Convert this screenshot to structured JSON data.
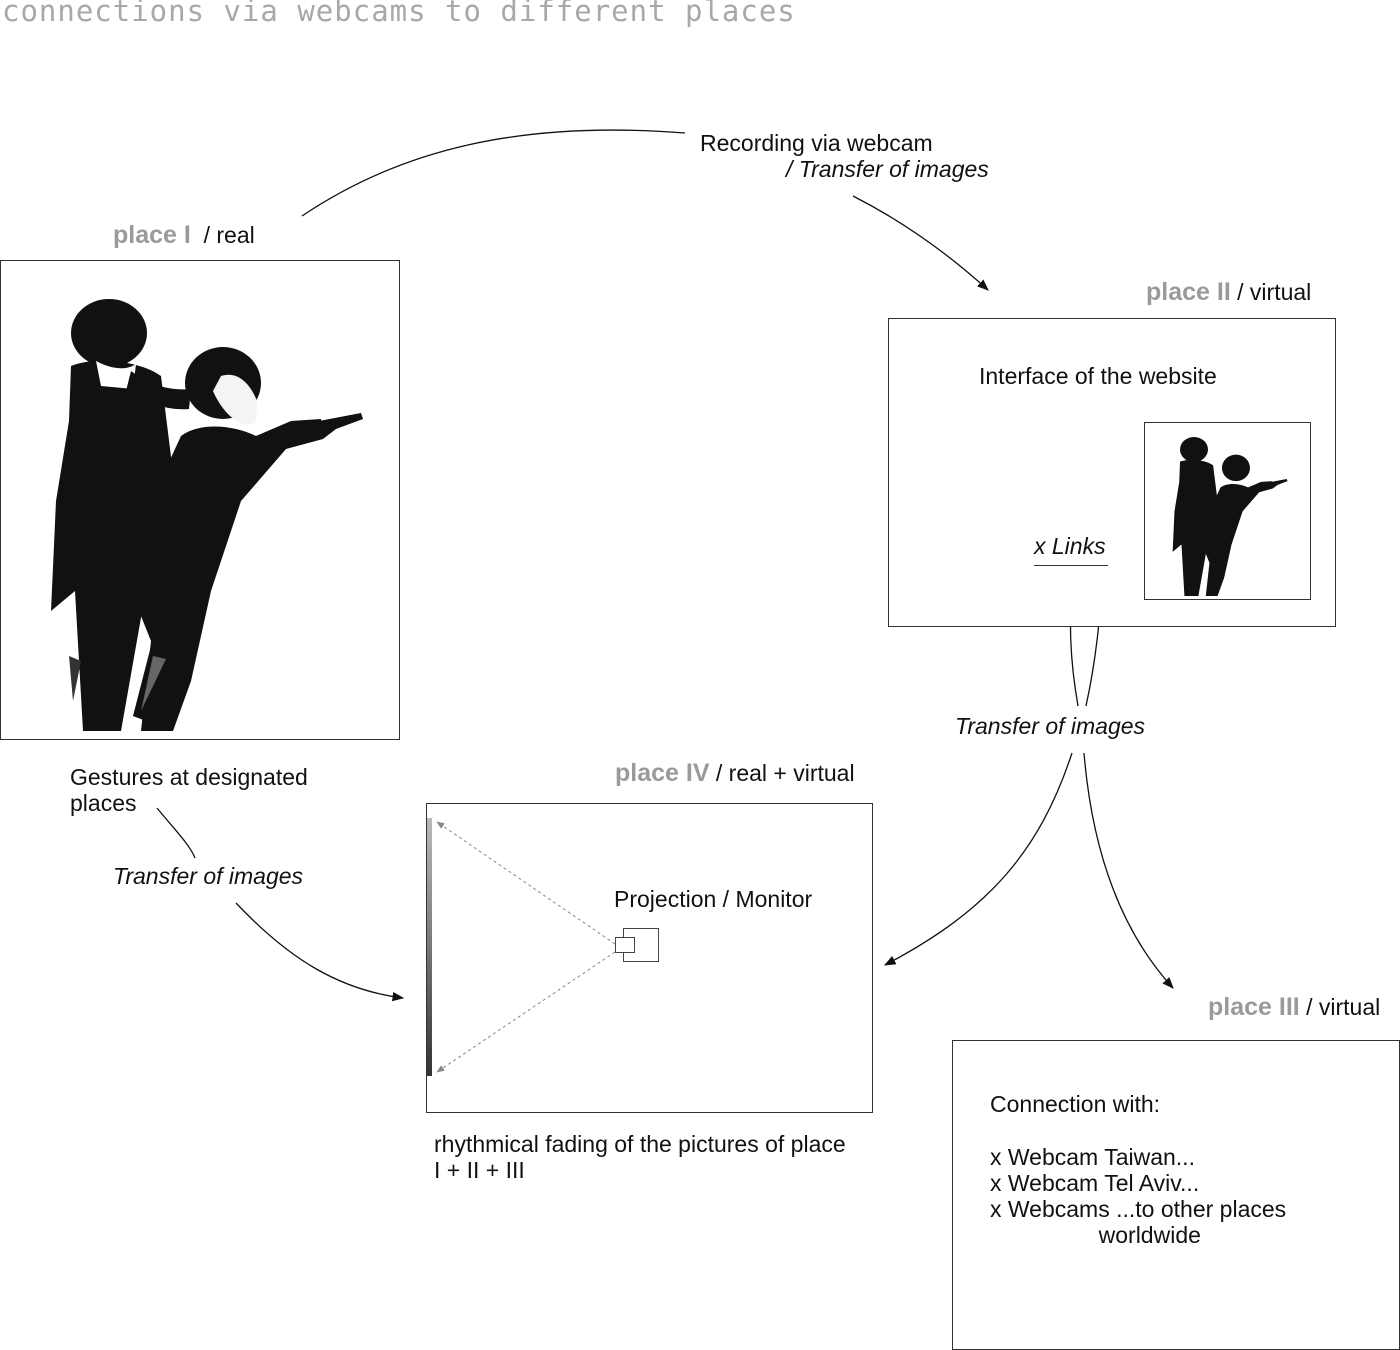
{
  "title": "connections via webcams to different places",
  "places": {
    "p1": {
      "name": "place I",
      "tag": "/ real",
      "caption": "Gestures at designated\nplaces"
    },
    "p2": {
      "name": "place II",
      "tag": "/ virtual",
      "interface_label": "Interface of the website",
      "links_label": "x Links"
    },
    "p3": {
      "name": "place III",
      "tag": "/ virtual",
      "heading": "Connection with:",
      "items": [
        "x Webcam Taiwan...",
        "x Webcam Tel Aviv...",
        "x Webcams ...to other places\n                 worldwide"
      ]
    },
    "p4": {
      "name": "place IV",
      "tag": "/ real + virtual",
      "projection_label": "Projection / Monitor",
      "caption": "rhythmical fading of the pictures of place\nI + II + III"
    }
  },
  "flows": {
    "recording_line1": "Recording via webcam",
    "recording_line2": "/ Transfer of images",
    "transfer_right": "Transfer of images",
    "transfer_left": "Transfer of images"
  },
  "colors": {
    "place_name": "#9a9a9a",
    "title": "#a8a8a8",
    "line": "#111111"
  }
}
